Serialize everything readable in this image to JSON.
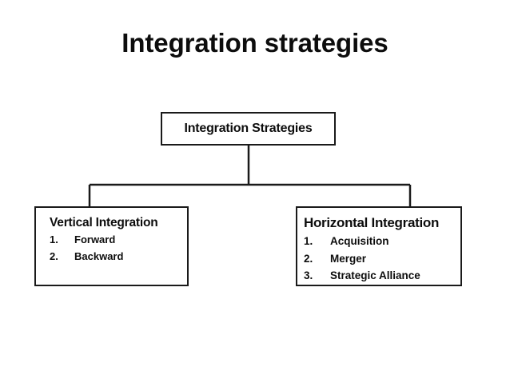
{
  "slide": {
    "title": "Integration strategies",
    "background_color": "#ffffff",
    "text_color": "#0d0d0d",
    "line_color": "#1a1a1a"
  },
  "diagram": {
    "type": "hierarchy-tree",
    "root": {
      "title": "Integration Strategies"
    },
    "children": [
      {
        "title": "Vertical Integration",
        "items": [
          {
            "marker": "1.",
            "label": "Forward"
          },
          {
            "marker": "2.",
            "label": "Backward"
          }
        ]
      },
      {
        "title": "Horizontal Integration",
        "items": [
          {
            "marker": "1.",
            "label": "Acquisition"
          },
          {
            "marker": "2.",
            "label": "Merger"
          },
          {
            "marker": "3.",
            "label": "Strategic Alliance"
          }
        ]
      }
    ]
  }
}
